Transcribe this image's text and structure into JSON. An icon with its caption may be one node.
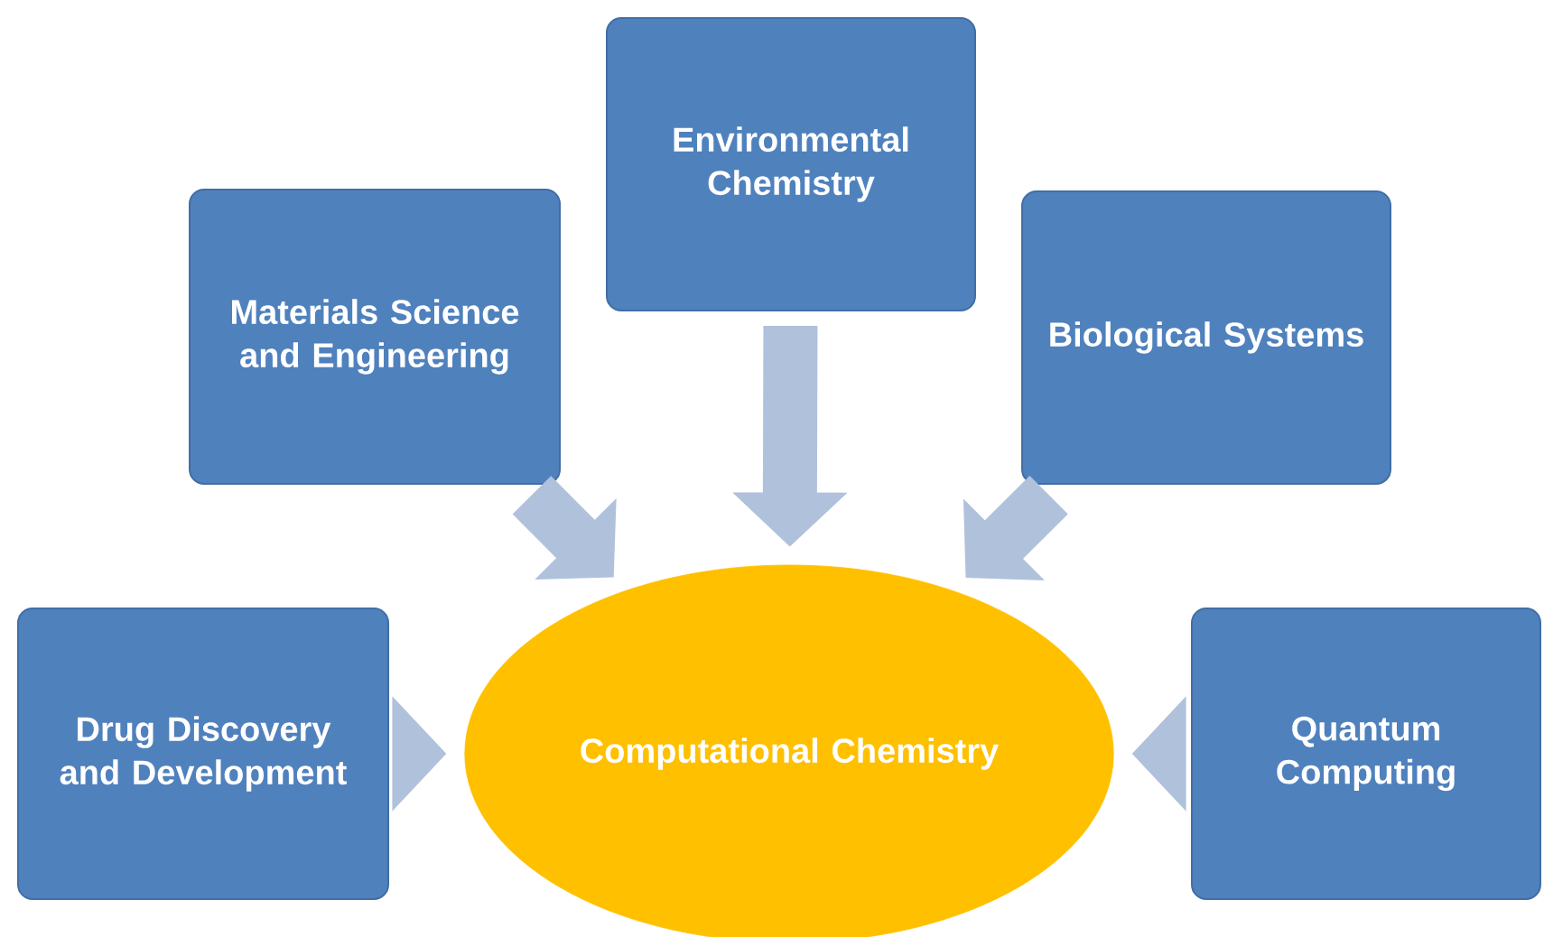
{
  "diagram": {
    "nodes": [
      {
        "text": [
          "Environmental Chemistry"
        ]
      },
      {
        "text": [
          "Materials Science and Engineering"
        ]
      },
      {
        "text": [
          "Biological Systems"
        ]
      },
      {
        "text": [
          "Drug Discovery and Development"
        ]
      },
      {
        "text": [
          "Computational Chemistry"
        ]
      },
      {
        "text": [
          "Quantum Computing"
        ]
      }
    ],
    "edges": [
      {
        "from": 0,
        "to": 4,
        "arrow": "to"
      },
      {
        "from": 1,
        "to": 4,
        "arrow": "to"
      },
      {
        "from": 2,
        "to": 4,
        "arrow": "to"
      },
      {
        "from": 3,
        "to": 4,
        "arrow": "to"
      },
      {
        "from": 5,
        "to": 4,
        "arrow": "to"
      }
    ]
  }
}
